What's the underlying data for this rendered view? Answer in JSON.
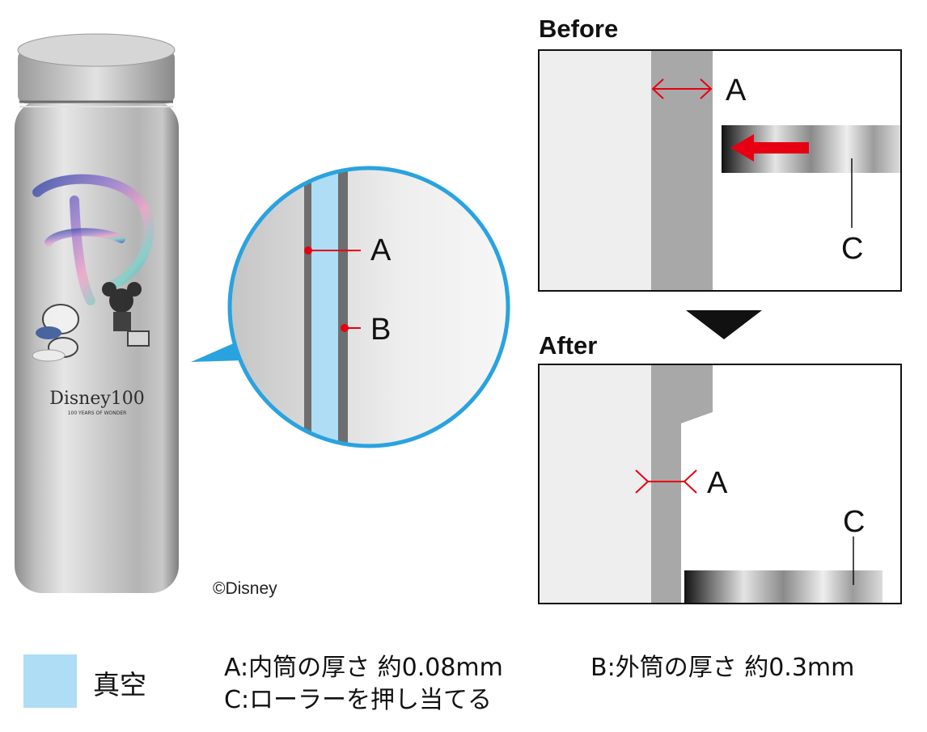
{
  "bottle": {
    "logo_text": "Disney100",
    "logo_sub": "100 YEARS OF WONDER"
  },
  "copyright": "©Disney",
  "magnifier": {
    "label_a": "A",
    "label_b": "B"
  },
  "before_panel": {
    "heading": "Before",
    "label_a": "A",
    "label_c": "C"
  },
  "after_panel": {
    "heading": "After",
    "label_a": "A",
    "label_c": "C"
  },
  "legend": {
    "label": "真空",
    "swatch_color": "#aeddf5"
  },
  "captions": {
    "a": "A:内筒の厚さ 約0.08mm",
    "b": "B:外筒の厚さ 約0.3mm",
    "c": "C:ローラーを押し当てる"
  },
  "colors": {
    "accent_red": "#e60012",
    "vacuum_blue": "#aeddf5",
    "callout_blue": "#29a3e0",
    "wall_gray": "#a8a8a8"
  }
}
